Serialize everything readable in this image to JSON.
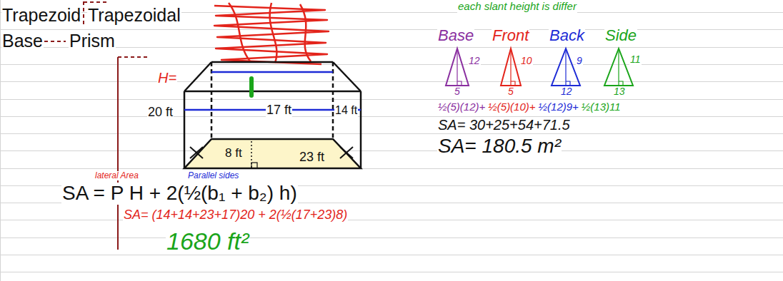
{
  "diagram": {
    "labels": [
      "Trapezoid",
      "Trapezoidal",
      "Base",
      "Prism",
      "H=",
      "20 ft",
      "17 ft",
      "14 ft",
      "8 ft",
      "23 ft",
      "SA = P H + 2(½(b₁ + b₂) h)",
      "lateral Area",
      "Parallel sides",
      "SA= (14+14+23+17)20 + 2(½(17+23)8)",
      "1680 ft²",
      "each slant height is differ",
      "Base",
      "Front",
      "Back",
      "Side",
      "12",
      "5",
      "10",
      "5",
      "9",
      "12",
      "11",
      "13",
      "½(5)(12)+",
      "½(5)(10)+",
      "½(12)9+",
      "½(13)11",
      "SA= 30+25+54+71.5",
      "SA= 180.5 m²"
    ]
  }
}
